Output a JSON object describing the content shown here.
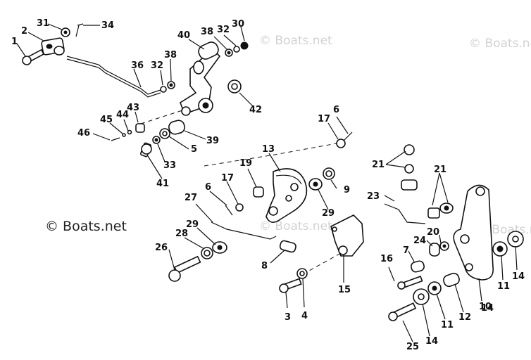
{
  "watermarks": {
    "top_center": "© Boats.net",
    "top_right": "© Boats.net",
    "left_mid": "© Boats.net",
    "right_mid": "© Boats.ne",
    "center": "© Boats.net"
  },
  "callouts": [
    "1",
    "2",
    "31",
    "34",
    "30",
    "32",
    "38",
    "40",
    "36",
    "32",
    "38",
    "42",
    "43",
    "44",
    "45",
    "46",
    "39",
    "5",
    "33",
    "41",
    "17",
    "6",
    "13",
    "19",
    "9",
    "29",
    "17",
    "6",
    "27",
    "29",
    "28",
    "26",
    "8",
    "3",
    "4",
    "15",
    "21",
    "23",
    "21",
    "24",
    "20",
    "7",
    "16",
    "14",
    "11",
    "12",
    "25",
    "14",
    "11",
    "10",
    "14"
  ]
}
